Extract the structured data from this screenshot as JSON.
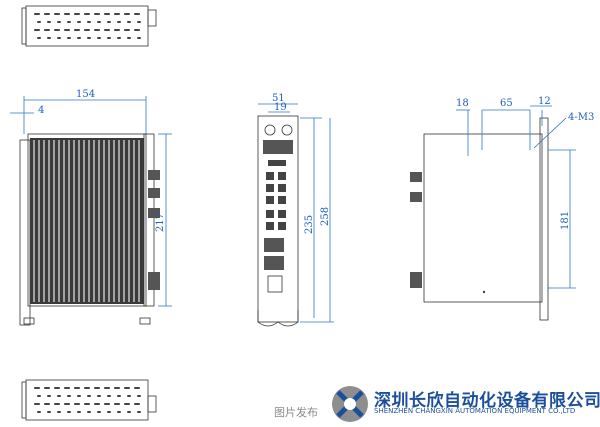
{
  "dimensions": {
    "front_depth": "4",
    "front_width": "154",
    "front_height": "217",
    "side_total_width": "51",
    "side_inner_width": "19",
    "side_height_inner": "235",
    "side_height_total": "258",
    "rear_left_offset": "18",
    "rear_hole_pitch": "65",
    "rear_right_offset": "12",
    "rear_hole_spec": "4-M3",
    "rear_hole_height": "181"
  },
  "watermark": "图片发布",
  "company": {
    "name_cn": "深圳长欣自动化设备有限公司",
    "name_en": "SHENZHEN CHANGXIN AUTOMATION EQUIPMENT CO.,LTD"
  },
  "colors": {
    "dimension_lines": "#2f74d0",
    "company_text": "#1b4f9c",
    "logo_gray": "#6b6b6b"
  }
}
